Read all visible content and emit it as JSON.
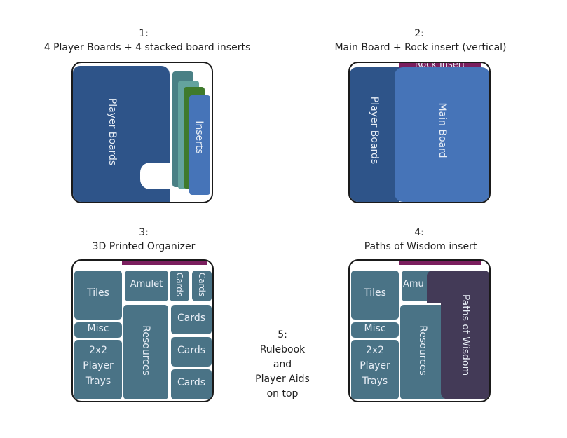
{
  "steps": [
    {
      "number": "1:",
      "title": "4 Player Boards + 4 stacked board inserts"
    },
    {
      "number": "2:",
      "title": "Main Board + Rock insert (vertical)"
    },
    {
      "number": "3:",
      "title": "3D Printed Organizer"
    },
    {
      "number": "4:",
      "title": "Paths of Wisdom insert"
    },
    {
      "number": "5:",
      "lines": [
        "Rulebook",
        "and",
        "Player Aids",
        "on top"
      ]
    }
  ],
  "labels": {
    "player_boards": "Player Boards",
    "inserts": "Inserts",
    "rock_insert": "Rock Insert",
    "main_board": "Main Board",
    "tiles": "Tiles",
    "amulet": "Amulet",
    "cards": "Cards",
    "misc": "Misc",
    "resources": "Resources",
    "trays": [
      "2x2",
      "Player",
      "Trays"
    ],
    "amulet_partial": "Amu",
    "paths_of_wisdom": "Paths of Wisdom"
  },
  "colors": {
    "navy": "#2e5489",
    "blue": "#4674b8",
    "teal": "#4a7386",
    "purple": "#7b1f5e",
    "dark_purple": "#433a57",
    "green": "#3f7a2c"
  }
}
